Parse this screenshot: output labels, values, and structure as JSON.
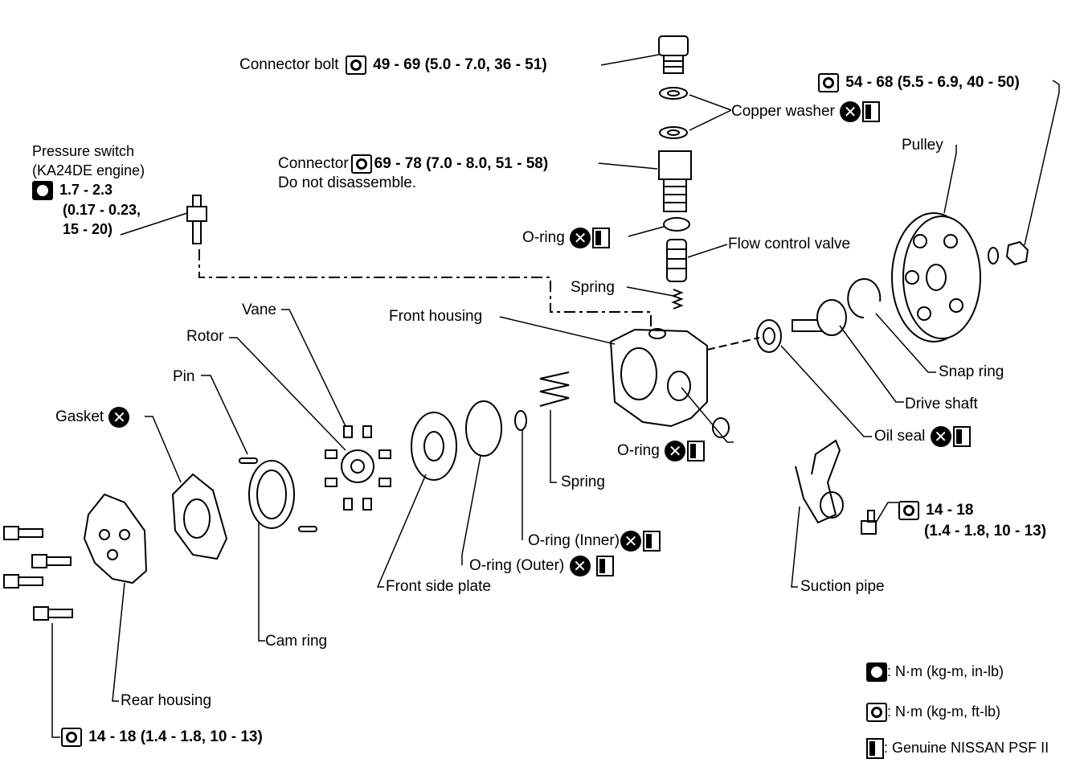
{
  "labels": {
    "connector_bolt": "Connector bolt",
    "connector_bolt_spec": "49 - 69 (5.0 - 7.0, 36 - 51)",
    "copper_washer": "Copper washer",
    "pulley_nut_spec": "54 - 68 (5.5 - 6.9, 40 - 50)",
    "pulley": "Pulley",
    "pressure_switch": "Pressure switch",
    "pressure_switch_engine": "(KA24DE engine)",
    "pressure_switch_spec_1": "1.7 - 2.3",
    "pressure_switch_spec_2": "(0.17 - 0.23,",
    "pressure_switch_spec_3": "15 - 20)",
    "connector": "Connector",
    "connector_spec": "69 - 78 (7.0 - 8.0, 51 - 58)",
    "connector_note": "Do not disassemble.",
    "o_ring_top": "O-ring",
    "flow_control_valve": "Flow control valve",
    "spring_top": "Spring",
    "vane": "Vane",
    "front_housing": "Front housing",
    "rotor": "Rotor",
    "pin": "Pin",
    "snap_ring": "Snap ring",
    "gasket": "Gasket",
    "drive_shaft": "Drive shaft",
    "oil_seal": "Oil seal",
    "o_ring_mid": "O-ring",
    "spring_mid": "Spring",
    "suction_spec_1": "14 - 18",
    "suction_spec_2": "(1.4 - 1.8, 10 - 13)",
    "o_ring_inner": "O-ring (Inner)",
    "o_ring_outer": "O-ring (Outer)",
    "front_side_plate": "Front side plate",
    "suction_pipe": "Suction pipe",
    "cam_ring": "Cam ring",
    "rear_housing": "Rear housing",
    "rear_spec": "14 - 18 (1.4 - 1.8, 10 - 13)"
  },
  "legend": {
    "item1": ": N·m (kg-m, in-lb)",
    "item2": ": N·m (kg-m, ft-lb)",
    "item3": ": Genuine NISSAN PSF II"
  },
  "icons": {
    "replace": "x-mark-icon",
    "torque_inlb": "torque-wrench-solid-icon",
    "torque_ftlb": "torque-wrench-outline-icon",
    "fluid": "fluid-can-icon"
  }
}
